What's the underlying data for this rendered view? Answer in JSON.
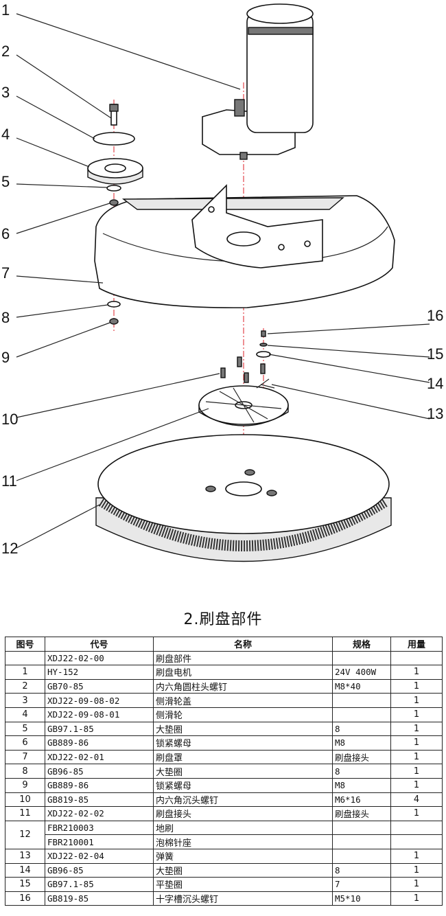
{
  "drawing": {
    "callouts": [
      "1",
      "2",
      "3",
      "4",
      "5",
      "6",
      "7",
      "8",
      "9",
      "10",
      "11",
      "12",
      "13",
      "14",
      "15",
      "16"
    ]
  },
  "caption": "2.刷盘部件",
  "table": {
    "headers": [
      "图号",
      "代号",
      "名称",
      "规格",
      "用量"
    ],
    "rows": [
      {
        "no": "",
        "code": "XDJ22-02-00",
        "name": "刷盘部件",
        "spec": "",
        "qty": ""
      },
      {
        "no": "1",
        "code": "HY-152",
        "name": "刷盘电机",
        "spec": "24V 400W",
        "qty": "1"
      },
      {
        "no": "2",
        "code": "GB70-85",
        "name": "内六角圆柱头螺钉",
        "spec": "M8*40",
        "qty": "1"
      },
      {
        "no": "3",
        "code": "XDJ22-09-08-02",
        "name": "侧滑轮盖",
        "spec": "",
        "qty": "1"
      },
      {
        "no": "4",
        "code": "XDJ22-09-08-01",
        "name": "侧滑轮",
        "spec": "",
        "qty": "1"
      },
      {
        "no": "5",
        "code": "GB97.1-85",
        "name": "大垫圈",
        "spec": "8",
        "qty": "1"
      },
      {
        "no": "6",
        "code": "GB889-86",
        "name": "锁紧螺母",
        "spec": "M8",
        "qty": "1"
      },
      {
        "no": "7",
        "code": "XDJ22-02-01",
        "name": "刷盘罩",
        "spec": "刷盘接头",
        "qty": "1"
      },
      {
        "no": "8",
        "code": "GB96-85",
        "name": "大垫圈",
        "spec": "8",
        "qty": "1"
      },
      {
        "no": "9",
        "code": "GB889-86",
        "name": "锁紧螺母",
        "spec": "M8",
        "qty": "1"
      },
      {
        "no": "10",
        "code": "GB819-85",
        "name": "内六角沉头螺钉",
        "spec": "M6*16",
        "qty": "4"
      },
      {
        "no": "11",
        "code": "XDJ22-02-02",
        "name": "刷盘接头",
        "spec": "刷盘接头",
        "qty": "1"
      },
      {
        "no": "12",
        "code": "FBR210003",
        "name": "地刷",
        "spec": "",
        "qty": ""
      },
      {
        "no": "",
        "code": "FBR210001",
        "name": "泡棉针座",
        "spec": "",
        "qty": ""
      },
      {
        "no": "13",
        "code": "XDJ22-02-04",
        "name": "弹簧",
        "spec": "",
        "qty": "1"
      },
      {
        "no": "14",
        "code": "GB96-85",
        "name": "大垫圈",
        "spec": "8",
        "qty": "1"
      },
      {
        "no": "15",
        "code": "GB97.1-85",
        "name": "平垫圈",
        "spec": "7",
        "qty": "1"
      },
      {
        "no": "16",
        "code": "GB819-85",
        "name": "十字槽沉头螺钉",
        "spec": "M5*10",
        "qty": "1"
      }
    ]
  }
}
